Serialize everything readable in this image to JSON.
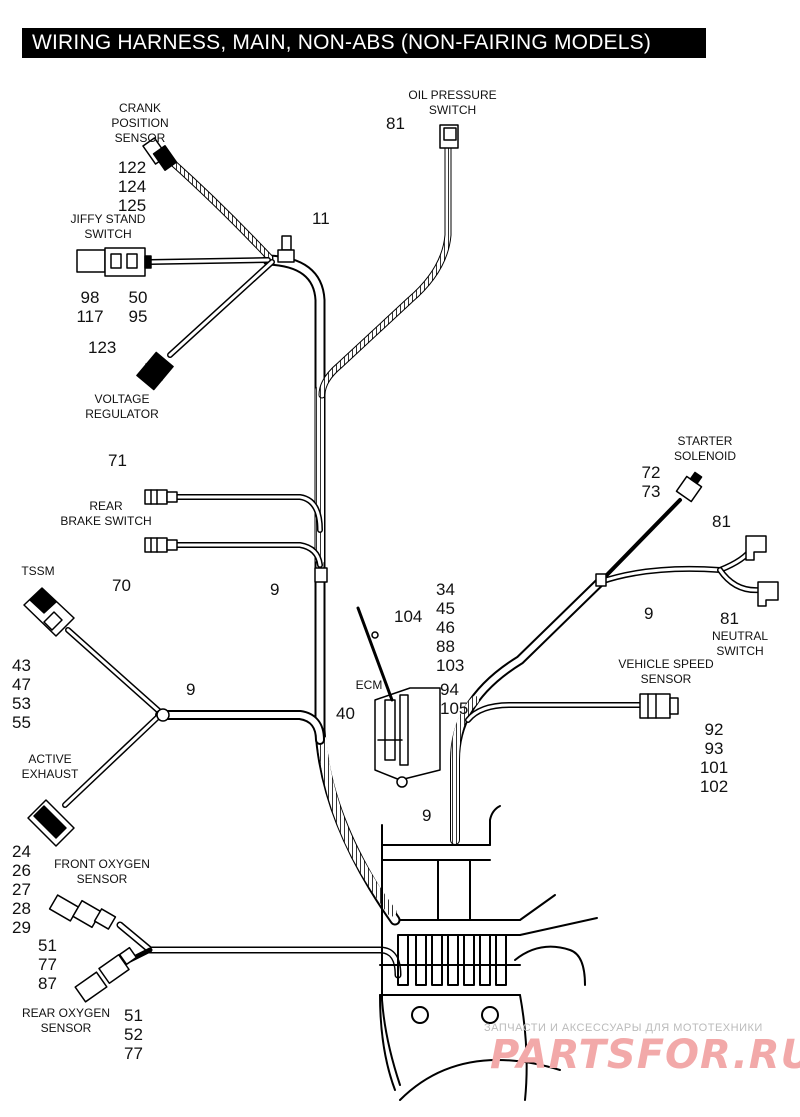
{
  "title": "WIRING HARNESS, MAIN, NON-ABS (NON-FAIRING MODELS)",
  "labels": {
    "crank_position_sensor": "CRANK POSITION\nSENSOR",
    "oil_pressure_switch": "OIL PRESSURE\nSWITCH",
    "jiffy_stand_switch": "JIFFY STAND\nSWITCH",
    "voltage_regulator": "VOLTAGE\nREGULATOR",
    "rear_brake_switch": "REAR\nBRAKE SWITCH",
    "tssm": "TSSM",
    "starter_solenoid": "STARTER\nSOLENOID",
    "neutral_switch": "NEUTRAL SWITCH",
    "vehicle_speed_sensor": "VEHICLE SPEED\nSENSOR",
    "ecm": "ECM",
    "active_exhaust": "ACTIVE\nEXHAUST",
    "front_oxygen_sensor": "FRONT OXYGEN\nSENSOR",
    "rear_oxygen_sensor": "REAR OXYGEN\nSENSOR"
  },
  "callouts": {
    "crank": "122\n124\n125",
    "oil_pressure": "81",
    "clip_11": "11",
    "jiffy_left": "98\n117",
    "jiffy_right": "50\n95",
    "voltage_regulator": "123",
    "rear_brake": "71",
    "brake_70": "70",
    "clip_9_upper": "9",
    "tssm": "43\n47\n53\n55",
    "clip_9_left": "9",
    "ecm_group": "34\n45\n46\n88\n103",
    "ecm_104": "104",
    "ecm_40": "40",
    "ecm_94": "94\n105",
    "clip_9_ecm": "9",
    "starter": "72\n73",
    "starter_81": "81",
    "clip_9_right": "9",
    "neutral_81": "81",
    "vss": "92\n93\n101\n102",
    "active_exhaust": "24\n26\n27\n28\n29",
    "front_o2": "51\n77\n87",
    "rear_o2": "51\n52\n77"
  },
  "watermark": {
    "tagline": "ЗАПЧАСТИ И АКСЕССУАРЫ ДЛЯ МОТОТЕХНИКИ",
    "brand": "PARTSFOR.RU"
  }
}
